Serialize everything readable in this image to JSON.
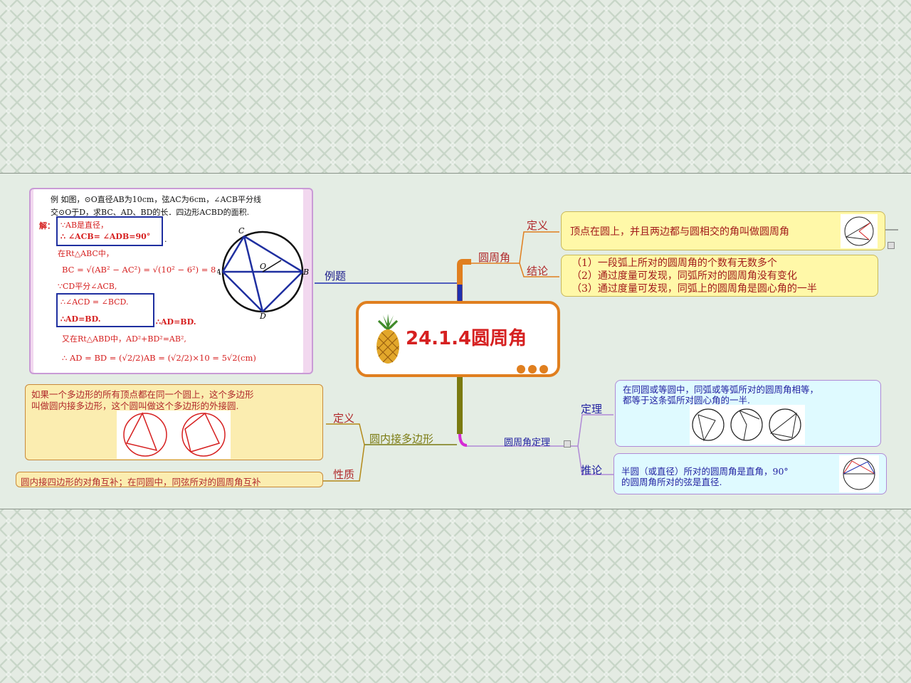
{
  "center": {
    "title": "24.1.4圆周角"
  },
  "branches": {
    "example_label": "例题",
    "circumferential_angle": "圆周角",
    "inscribed_polygon": "圆内接多边形",
    "theorem_branch": "圆周角定理"
  },
  "circ_angle": {
    "definition_label": "定义",
    "definition_text": "顶点在圆上，并且两边都与圆相交的角叫做圆周角",
    "conclusion_label": "结论",
    "conclusions": [
      "（1）一段弧上所对的圆周角的个数有无数多个",
      "（2）通过度量可发现，同弧所对的圆周角没有变化",
      "（3）通过度量可发现，同弧上的圆周角是圆心角的一半"
    ]
  },
  "inscribed": {
    "definition_label": "定义",
    "definition_text_1": "如果一个多边形的所有顶点都在同一个圆上，这个多边形",
    "definition_text_2": "叫做圆内接多边形，这个圆叫做这个多边形的外接圆.",
    "property_label": "性质",
    "property_text": "圆内接四边形的对角互补；在同圆中，同弦所对的圆周角互补"
  },
  "theorem": {
    "theorem_label": "定理",
    "theorem_text_1": "在同圆或等圆中，同弧或等弧所对的圆周角相等，",
    "theorem_text_2": "都等于这条弧所对圆心角的一半.",
    "corollary_label": "推论",
    "corollary_text_1": "半圆（或直径）所对的圆周角是直角，90°",
    "corollary_text_2": "的圆周角所对的弦是直径."
  },
  "example": {
    "line1": "例  如图，⊙O直径AB为10cm，弦AC为6cm，∠ACB平分线",
    "line2": "交⊙O于D，求BC、AD、BD的长．四边形ACBD的面积.",
    "sol_label": "解：",
    "s1": "∵AB是直径，",
    "s2": "∴ ∠ACB= ∠ADB=90°",
    "s2b": ".",
    "s3": "在Rt△ABC中，",
    "s4": "BC = √(AB² − AC²) = √(10² − 6²) = 8",
    "s5": "∵CD平分∠ACB,",
    "s6": "∴∠ACD = ∠BCD.",
    "s7": "∴AD=BD.",
    "s8": "∴AD=BD.",
    "s9": "又在Rt△ABD中，AD²+BD²=AB²,",
    "s10": "∴ AD = BD = (√2/2)AB = (√2/2)×10 = 5√2(cm)",
    "pt_c": "C",
    "pt_a": "A",
    "pt_o": "O",
    "pt_b": "B",
    "pt_d": "D"
  },
  "colors": {
    "orange": "#e07f1f",
    "blue": "#1f2fb0",
    "olive": "#7a7a10",
    "magenta": "#d52bd5"
  }
}
